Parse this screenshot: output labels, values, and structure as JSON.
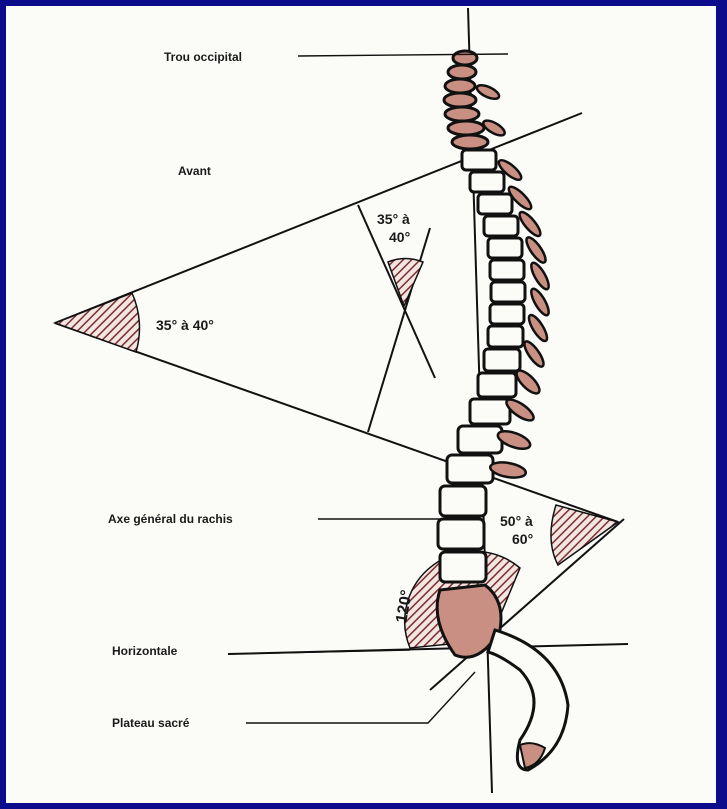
{
  "labels": {
    "trou_occipital": "Trou occipital",
    "avant": "Avant",
    "angle_big": "35° à 40°",
    "angle_small_1": "35° à",
    "angle_small_2": "40°",
    "axe_general": "Axe général du rachis",
    "angle_sacral_1": "50° à",
    "angle_sacral_2": "60°",
    "angle_120": "120°",
    "horizontale": "Horizontale",
    "plateau_sacre": "Plateau sacré"
  },
  "colors": {
    "frame": "#0b0b8c",
    "paper": "#fbfbf8",
    "ink": "#111111",
    "bone_fill": "#c98f82"
  }
}
